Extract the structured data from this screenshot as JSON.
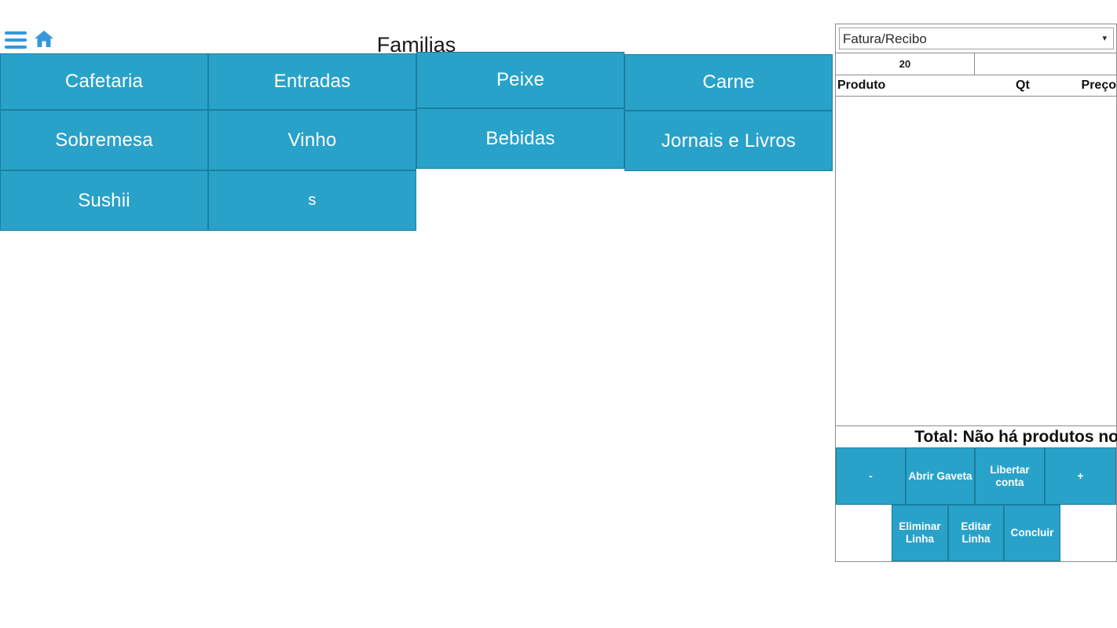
{
  "header": {
    "title": "Familias",
    "menu_icon": "hamburger-menu-icon",
    "home_icon": "home-icon"
  },
  "families": {
    "rows": [
      [
        {
          "label": "Cafetaria"
        },
        {
          "label": "Entradas"
        },
        {
          "label": "Peixe"
        },
        {
          "label": "Carne"
        }
      ],
      [
        {
          "label": "Sobremesa"
        },
        {
          "label": "Vinho"
        },
        {
          "label": "Bebidas"
        },
        {
          "label": "Jornais e Livros"
        }
      ],
      [
        {
          "label": "Sushii"
        },
        {
          "label": "s"
        }
      ]
    ]
  },
  "order_panel": {
    "document_type": "Fatura/Recibo",
    "document_options": [
      "Fatura/Recibo"
    ],
    "chevron_icon": "chevron-down-icon",
    "meta": {
      "table_number": "20",
      "secondary": ""
    },
    "columns": {
      "produto": "Produto",
      "qt": "Qt",
      "preco": "Preço"
    },
    "items": [],
    "total_text": "Total: Não há produtos no",
    "actions_row1": [
      {
        "label": "-",
        "name": "decrement-button"
      },
      {
        "label": "Abrir Gaveta",
        "name": "open-drawer-button"
      },
      {
        "label": "Libertar conta",
        "name": "release-account-button"
      },
      {
        "label": "+",
        "name": "increment-button"
      }
    ],
    "actions_row2": [
      {
        "label": "",
        "name": "empty-cell"
      },
      {
        "label": "Eliminar Linha",
        "name": "delete-line-button"
      },
      {
        "label": "Editar Linha",
        "name": "edit-line-button"
      },
      {
        "label": "Concluir",
        "name": "finish-button"
      },
      {
        "label": "",
        "name": "empty-cell"
      }
    ]
  },
  "colors": {
    "button_blue": "#29a2c9",
    "button_border": "#1b7e9d",
    "icon_blue": "#3498db",
    "panel_border": "#8d8d8d",
    "text_dark": "#111111"
  }
}
